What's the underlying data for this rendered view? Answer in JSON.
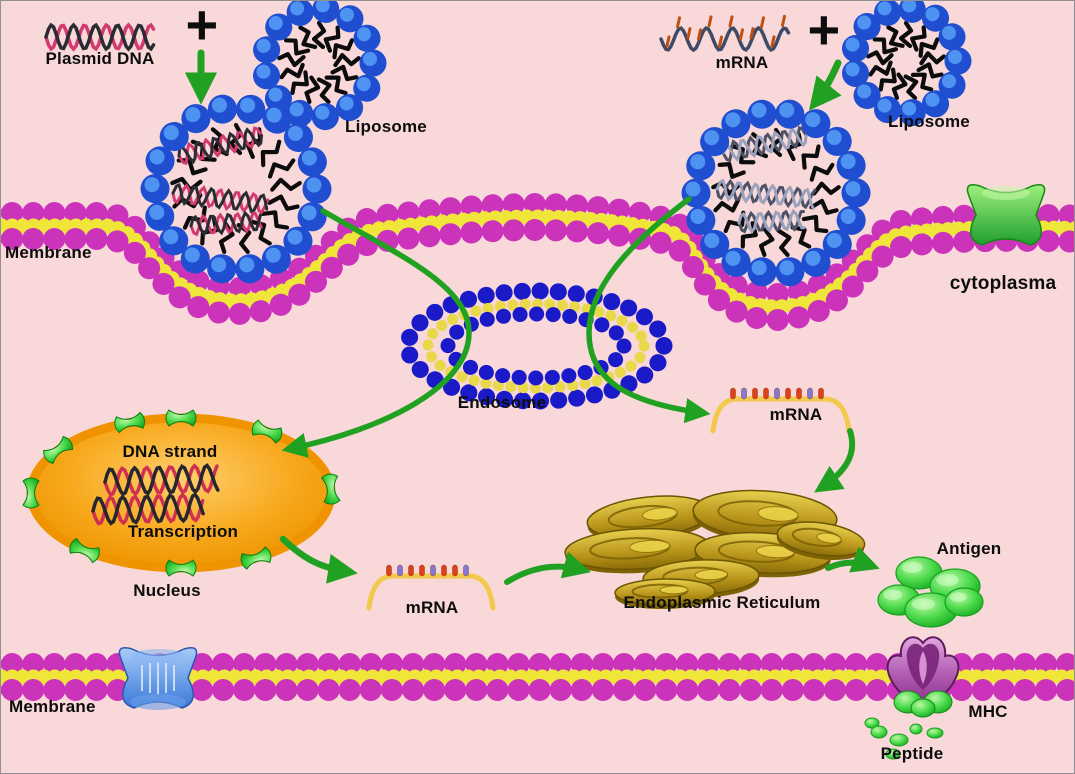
{
  "labels": {
    "plasmid_dna": "Plasmid DNA",
    "liposome_left": "Liposome",
    "mrna_top": "mRNA",
    "liposome_right": "Liposome",
    "plus_left": "+",
    "plus_right": "+",
    "membrane_top": "Membrane",
    "cytoplasma": "cytoplasma",
    "endosome": "Endosome",
    "dna_strand": "DNA strand",
    "transcription": "Transcription",
    "nucleus": "Nucleus",
    "mrna_right": "mRNA",
    "mrna_bottom": "mRNA",
    "endoplasmic_reticulum": "Endoplasmic Reticulum",
    "antigen": "Antigen",
    "membrane_bottom": "Membrane",
    "mhc": "MHC",
    "peptide": "Peptide"
  },
  "colors": {
    "background": "#f8d8d8",
    "membrane_head": "#cc33bb",
    "membrane_tail": "#f0e63a",
    "liposome_blue": "#1f4fd0",
    "liposome_blue_light": "#4f93f2",
    "endosome_blue": "#1a1ac8",
    "endosome_yellow": "#e8d84a",
    "arrow_green": "#21a121",
    "nucleus_orange": "#f5a31a",
    "er_gold": "#c9a71f",
    "antigen_green": "#42dd4e",
    "mhc_purple": "#b05ab0",
    "channel_green": "#2ecc40",
    "channel_blue": "#4a90e2",
    "dna_pink": "#d23b6e",
    "mrna_strand_yellow": "#f2c94c",
    "text": "#0d0d0d"
  }
}
